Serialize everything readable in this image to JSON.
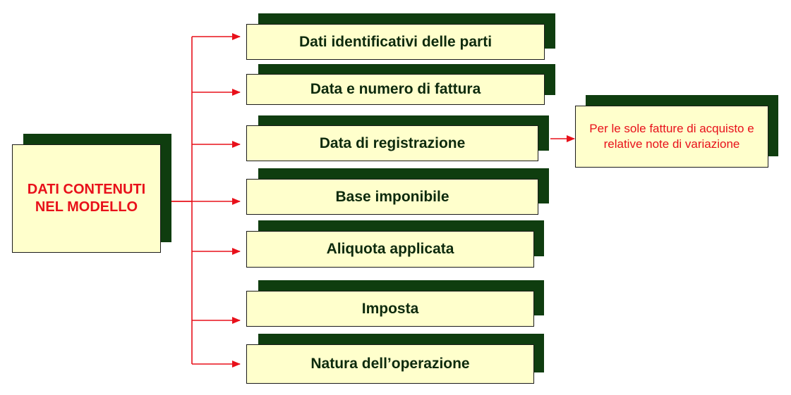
{
  "main": {
    "label": "DATI CONTENUTI NEL MODELLO"
  },
  "items": [
    {
      "label": "Dati identificativi delle parti"
    },
    {
      "label": "Data e numero di fattura"
    },
    {
      "label": "Data di registrazione"
    },
    {
      "label": "Base imponibile"
    },
    {
      "label": "Aliquota applicata"
    },
    {
      "label": "Imposta"
    },
    {
      "label": "Natura  dell’operazione"
    }
  ],
  "note": {
    "label": "Per le sole fatture di acquisto e relative note di variazione"
  },
  "colors": {
    "box_fill": "#ffffcc",
    "shadow": "#0f3d0f",
    "arrow": "#e8101a",
    "title_text": "#e8101a",
    "item_text": "#0d2a0d"
  }
}
